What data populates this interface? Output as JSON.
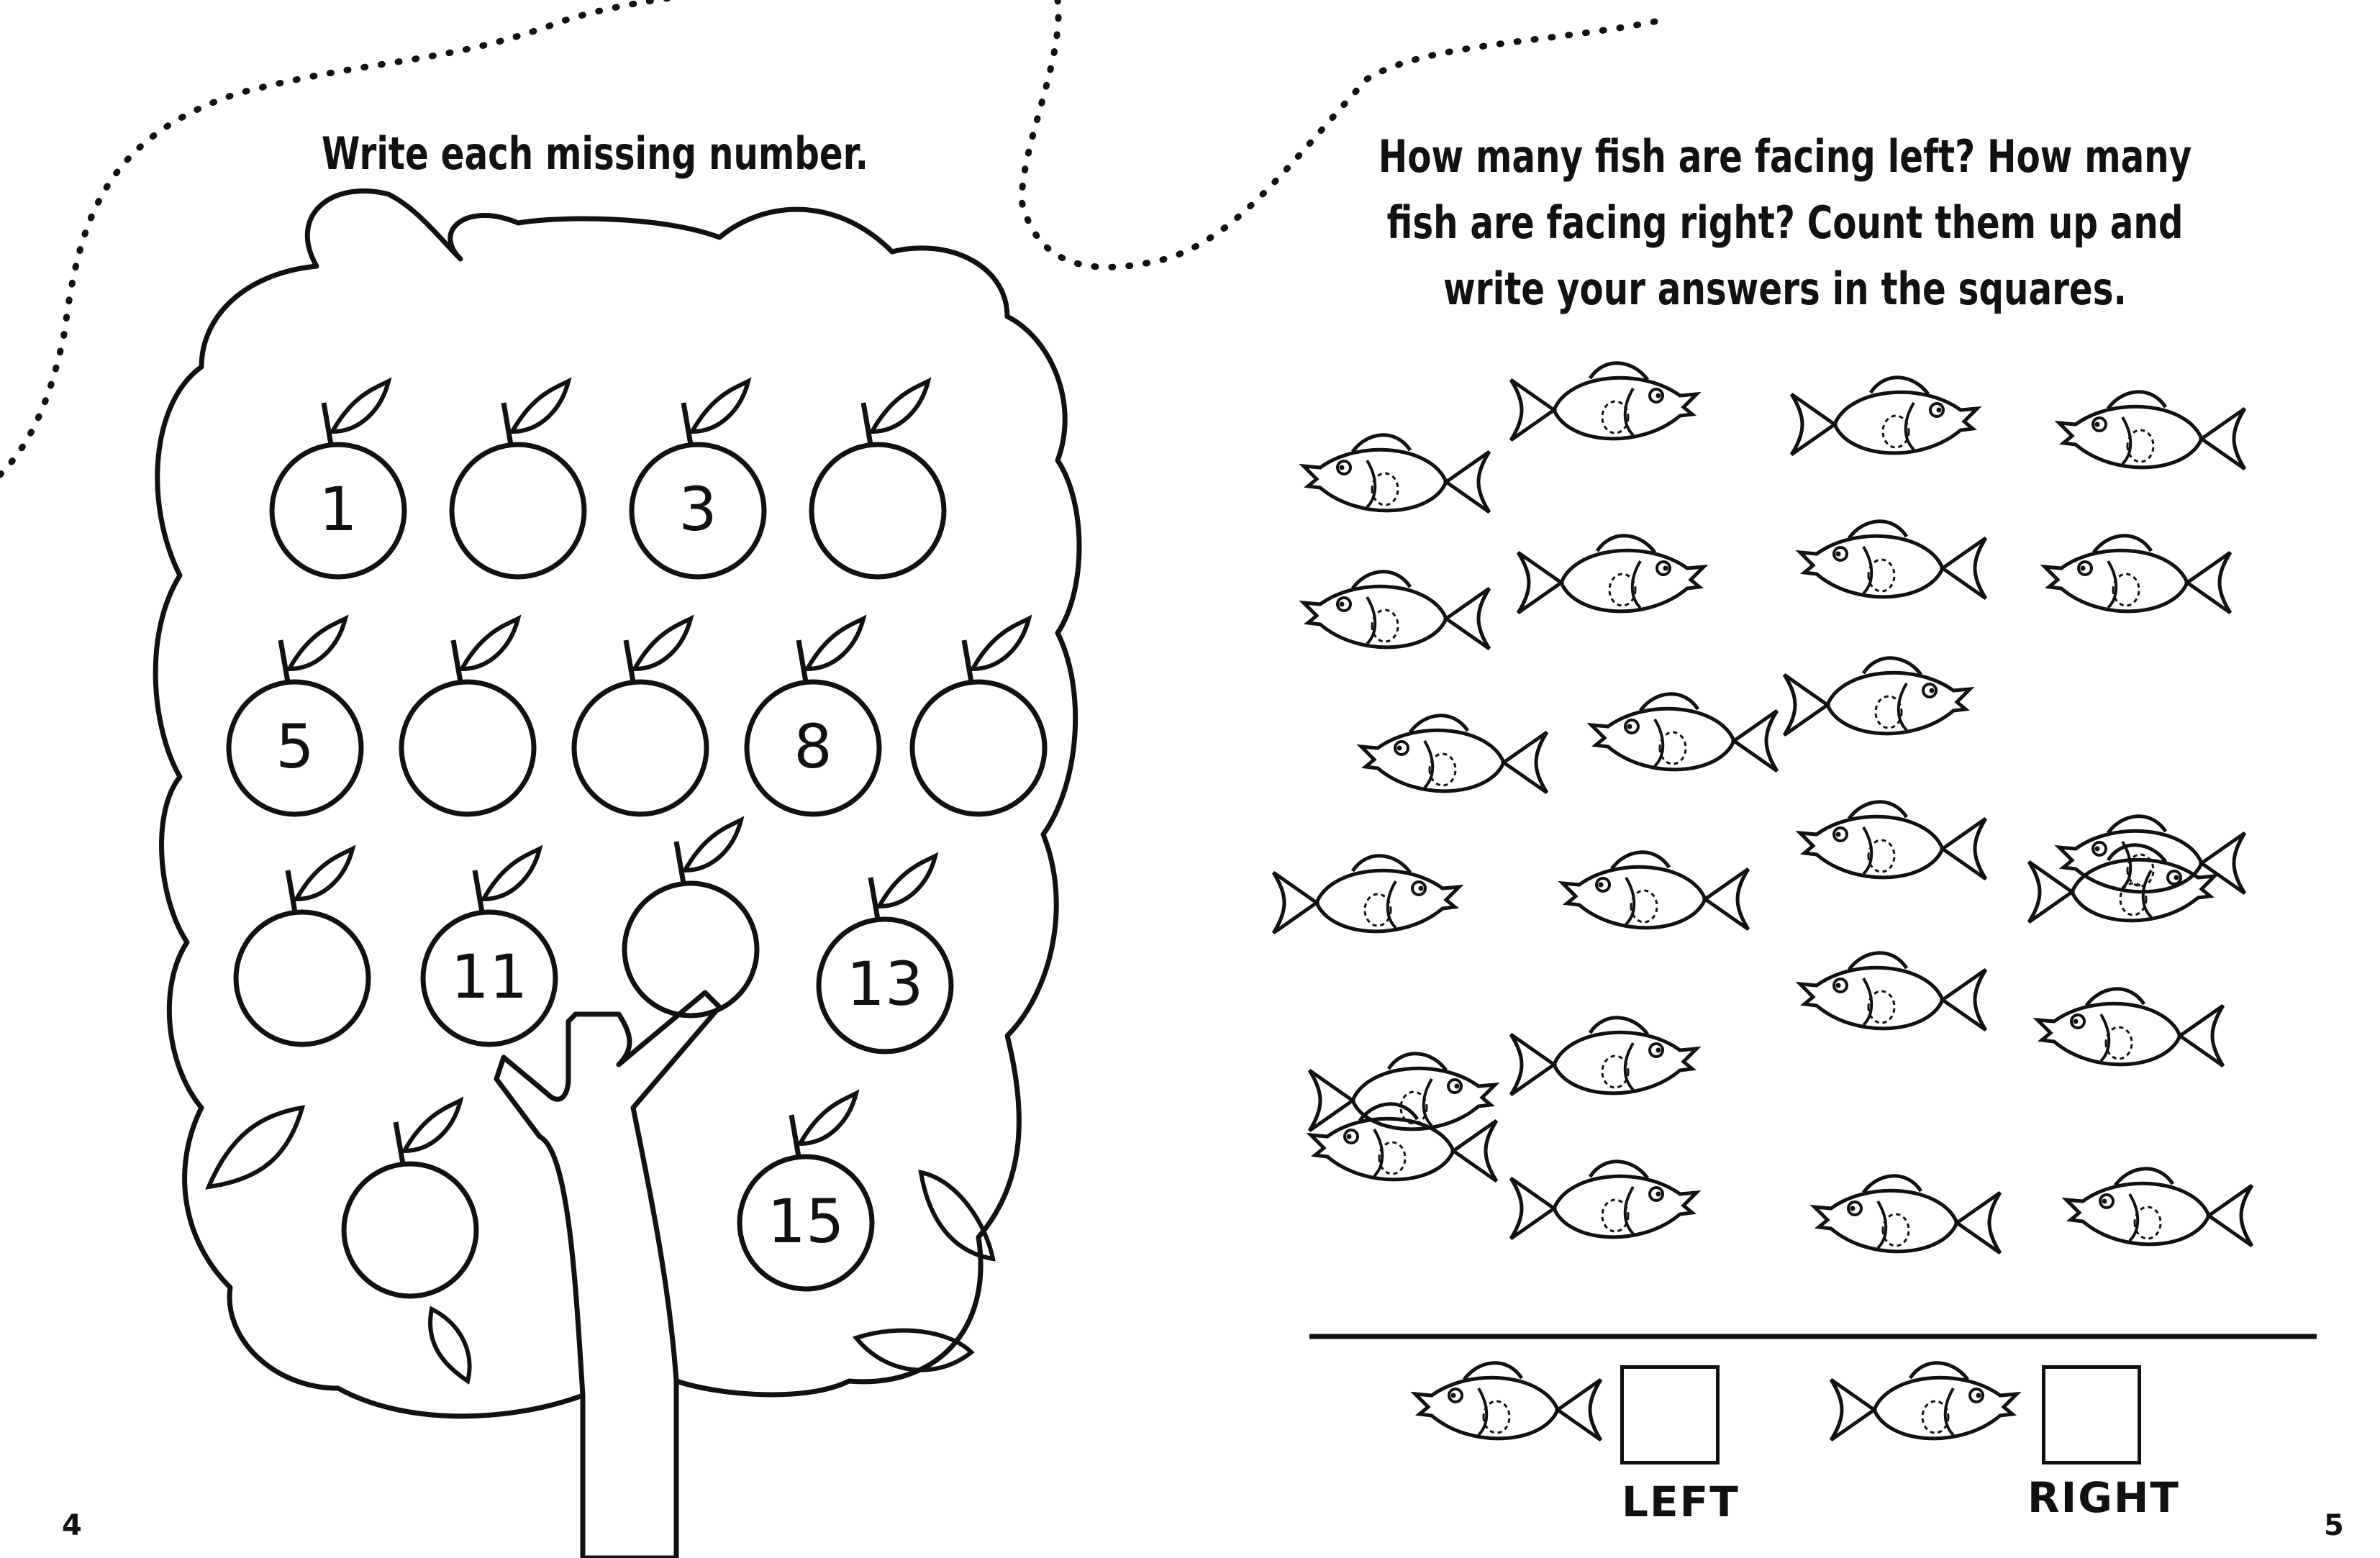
{
  "left_page": {
    "instruction": "Write each missing number.",
    "apples": [
      {
        "label": "1"
      },
      {
        "label": ""
      },
      {
        "label": "3"
      },
      {
        "label": ""
      },
      {
        "label": "5"
      },
      {
        "label": ""
      },
      {
        "label": ""
      },
      {
        "label": "8"
      },
      {
        "label": ""
      },
      {
        "label": ""
      },
      {
        "label": "11"
      },
      {
        "label": ""
      },
      {
        "label": "13"
      },
      {
        "label": ""
      },
      {
        "label": "15"
      }
    ],
    "page_number": "4"
  },
  "right_page": {
    "instruction_lines": [
      "How many fish are facing left? How many",
      "fish are facing right? Count them up and",
      "write your answers in the squares."
    ],
    "fish_directions": [
      "left",
      "right",
      "right",
      "left",
      "left",
      "right",
      "left",
      "left",
      "left",
      "left",
      "right",
      "right",
      "left",
      "left",
      "left",
      "right",
      "left",
      "right",
      "right",
      "left",
      "left",
      "right",
      "left",
      "left"
    ],
    "answer_left_label": "LEFT",
    "answer_right_label": "RIGHT",
    "answer_left_value": "",
    "answer_right_value": "",
    "page_number": "5"
  }
}
